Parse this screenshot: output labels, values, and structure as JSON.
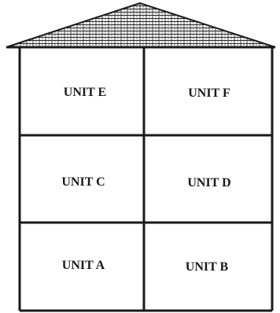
{
  "units": [
    {
      "id": "E",
      "label": "UNIT E"
    },
    {
      "id": "F",
      "label": "UNIT F"
    },
    {
      "id": "C",
      "label": "UNIT C"
    },
    {
      "id": "D",
      "label": "UNIT D"
    },
    {
      "id": "A",
      "label": "UNIT A"
    },
    {
      "id": "B",
      "label": "UNIT B"
    }
  ]
}
